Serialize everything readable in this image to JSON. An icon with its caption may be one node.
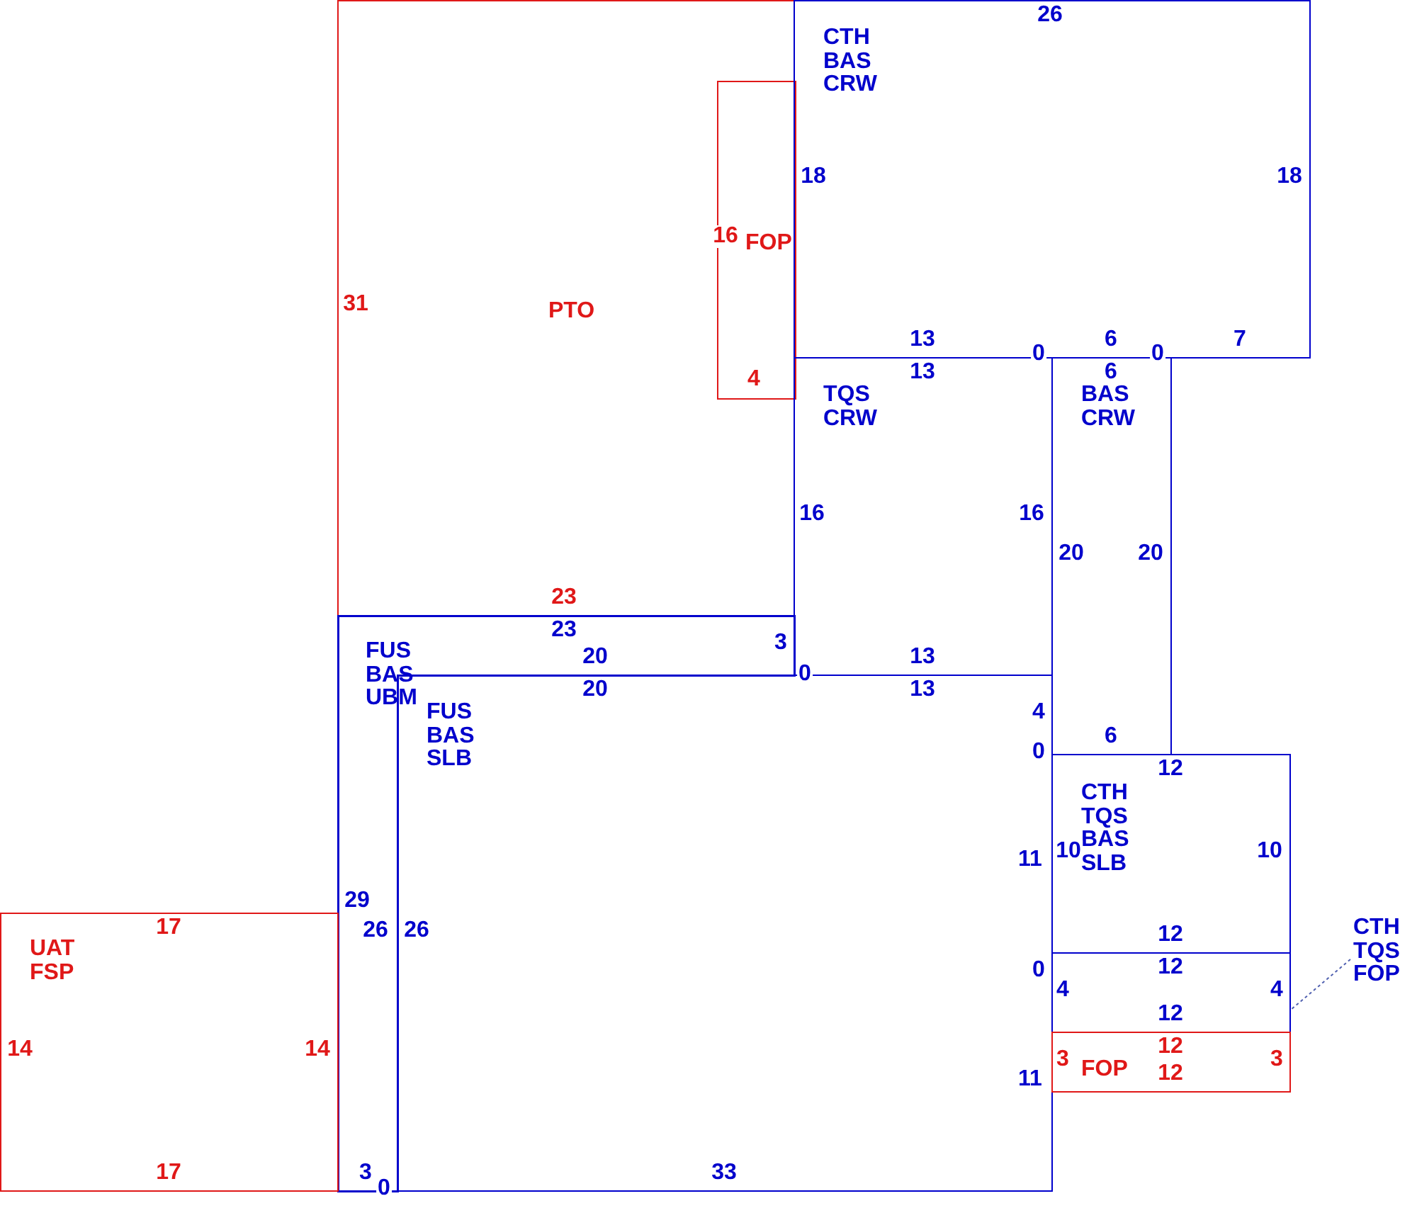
{
  "diagram": {
    "nodes": [
      {
        "text": [
          "PTO"
        ]
      },
      {
        "text": [
          "FOP"
        ],
        "in": 0
      },
      {
        "text": [
          "CTH",
          "BAS",
          "CRW"
        ]
      },
      {
        "text": [
          "TQS",
          "CRW"
        ]
      },
      {
        "text": [
          "BAS",
          "CRW"
        ]
      },
      {
        "text": [
          "FUS",
          "BAS",
          "UBM"
        ]
      },
      {
        "text": [
          "FUS",
          "BAS",
          "SLB"
        ]
      },
      {
        "text": [
          "CTH",
          "TQS",
          "BAS",
          "SLB"
        ]
      },
      {
        "text": [],
        "shape": "box"
      },
      {
        "text": [
          "FOP"
        ]
      },
      {
        "text": [
          "UAT",
          "FSP"
        ]
      },
      {
        "text": [
          "CTH",
          "TQS",
          "FOP"
        ]
      }
    ],
    "edges": [
      {
        "from": 11,
        "to": 8,
        "arrow": "none",
        "style": "dashed"
      }
    ],
    "labels": [
      "26",
      "18",
      "18",
      "16",
      "31",
      "13",
      "0",
      "6",
      "0",
      "7",
      "13",
      "6",
      "4",
      "16",
      "16",
      "20",
      "20",
      "23",
      "23",
      "3",
      "20",
      "13",
      "0",
      "20",
      "13",
      "4",
      "6",
      "0",
      "12",
      "10",
      "11",
      "10",
      "29",
      "17",
      "26",
      "26",
      "12",
      "0",
      "12",
      "4",
      "4",
      "12",
      "14",
      "14",
      "3",
      "12",
      "3",
      "11",
      "12",
      "17",
      "3",
      "33",
      "0"
    ]
  }
}
